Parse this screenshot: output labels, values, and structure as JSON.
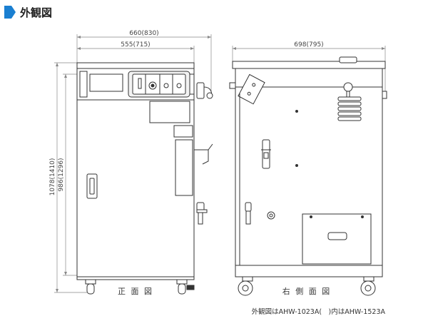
{
  "heading": {
    "title": "外観図",
    "accent_color": "#1a7fd1"
  },
  "front_view": {
    "width_overall": "660(830)",
    "width_body": "555(715)",
    "height_overall": "1078(1410)",
    "height_body": "986(1296)",
    "label": "正 面 図"
  },
  "side_view": {
    "depth_overall": "698(795)",
    "label": "右 側 面 図"
  },
  "note": "外観図はAHW-1023A(　)内はAHW-1523A",
  "colors": {
    "outline": "#333333",
    "dim_line": "#888888",
    "panel_fill": "#f2f2f2",
    "body_fill": "#ffffff"
  }
}
